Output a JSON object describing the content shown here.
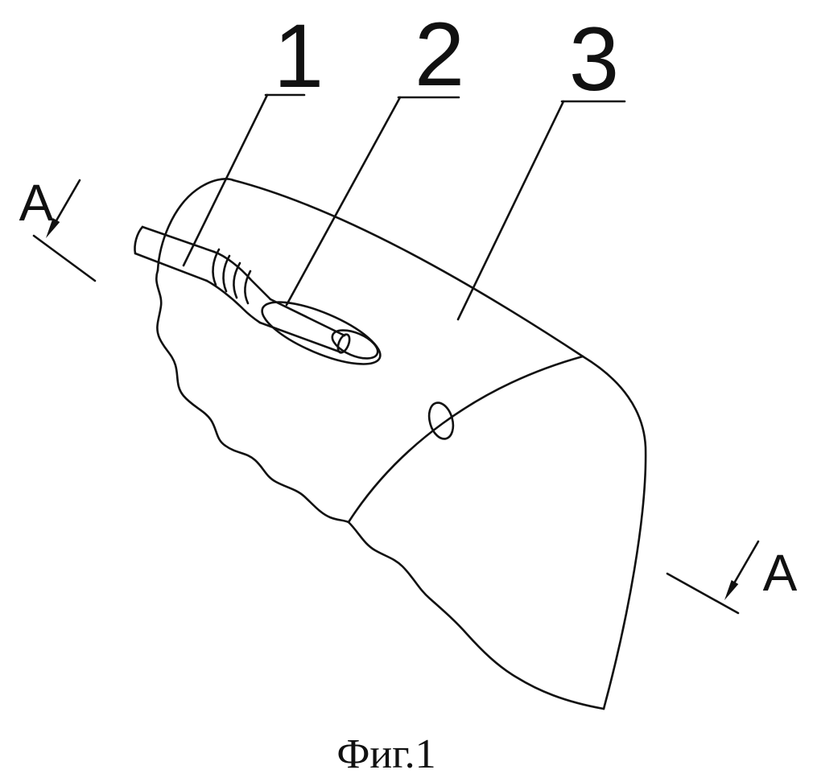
{
  "figure": {
    "caption": "Фиг.1",
    "callouts": [
      {
        "label": "1"
      },
      {
        "label": "2"
      },
      {
        "label": "3"
      }
    ],
    "section_markers": {
      "left": {
        "label": "А"
      },
      "right": {
        "label": "А"
      }
    },
    "colors": {
      "ink": "#111111",
      "background": "#ffffff"
    }
  }
}
